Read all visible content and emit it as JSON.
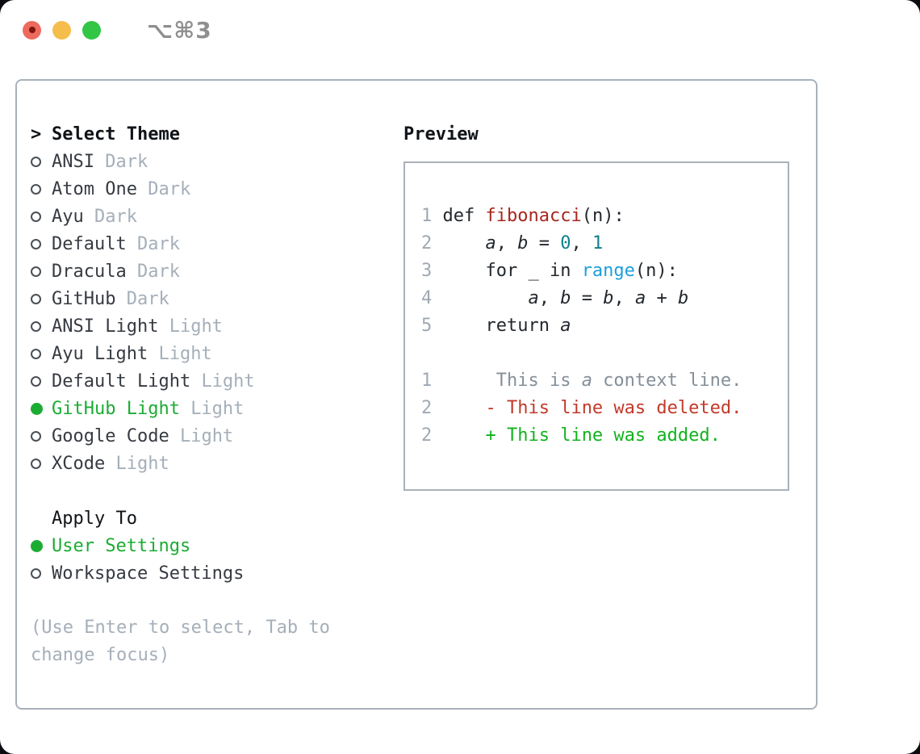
{
  "window": {
    "shortcut_label": "⌥⌘3",
    "traffic_lights": [
      "close",
      "minimize",
      "zoom"
    ]
  },
  "theme_panel": {
    "prompt": ">",
    "title": "Select Theme",
    "themes": [
      {
        "name": "ANSI",
        "variant": "Dark",
        "selected": false
      },
      {
        "name": "Atom One",
        "variant": "Dark",
        "selected": false
      },
      {
        "name": "Ayu",
        "variant": "Dark",
        "selected": false
      },
      {
        "name": "Default",
        "variant": "Dark",
        "selected": false
      },
      {
        "name": "Dracula",
        "variant": "Dark",
        "selected": false
      },
      {
        "name": "GitHub",
        "variant": "Dark",
        "selected": false
      },
      {
        "name": "ANSI Light",
        "variant": "Light",
        "selected": false
      },
      {
        "name": "Ayu Light",
        "variant": "Light",
        "selected": false
      },
      {
        "name": "Default Light",
        "variant": "Light",
        "selected": false
      },
      {
        "name": "GitHub Light",
        "variant": "Light",
        "selected": true
      },
      {
        "name": "Google Code",
        "variant": "Light",
        "selected": false
      },
      {
        "name": "XCode",
        "variant": "Light",
        "selected": false
      }
    ],
    "apply_to": {
      "title": "Apply To",
      "options": [
        {
          "label": "User Settings",
          "selected": true
        },
        {
          "label": "Workspace Settings",
          "selected": false
        }
      ]
    },
    "hint": "(Use Enter to select, Tab to change focus)"
  },
  "preview": {
    "title": "Preview",
    "lines": [
      {
        "num": "1",
        "segments": [
          {
            "c": "plain",
            "t": "def "
          },
          {
            "c": "fn",
            "t": "fibonacci"
          },
          {
            "c": "plain",
            "t": "(n):"
          }
        ]
      },
      {
        "num": "2",
        "segments": [
          {
            "c": "plain",
            "t": "    "
          },
          {
            "c": "var",
            "t": "a"
          },
          {
            "c": "plain",
            "t": ", "
          },
          {
            "c": "var",
            "t": "b"
          },
          {
            "c": "plain",
            "t": " = "
          },
          {
            "c": "num",
            "t": "0"
          },
          {
            "c": "plain",
            "t": ", "
          },
          {
            "c": "num",
            "t": "1"
          }
        ]
      },
      {
        "num": "3",
        "segments": [
          {
            "c": "plain",
            "t": "    for _ in "
          },
          {
            "c": "call",
            "t": "range"
          },
          {
            "c": "plain",
            "t": "(n):"
          }
        ]
      },
      {
        "num": "4",
        "segments": [
          {
            "c": "plain",
            "t": "        "
          },
          {
            "c": "var",
            "t": "a"
          },
          {
            "c": "plain",
            "t": ", "
          },
          {
            "c": "var",
            "t": "b"
          },
          {
            "c": "plain",
            "t": " = "
          },
          {
            "c": "var",
            "t": "b"
          },
          {
            "c": "plain",
            "t": ", "
          },
          {
            "c": "var",
            "t": "a"
          },
          {
            "c": "plain",
            "t": " + "
          },
          {
            "c": "var",
            "t": "b"
          }
        ]
      },
      {
        "num": "5",
        "segments": [
          {
            "c": "plain",
            "t": "    return "
          },
          {
            "c": "var",
            "t": "a"
          }
        ]
      },
      {
        "num": "",
        "segments": []
      },
      {
        "num": "1",
        "segments": [
          {
            "c": "ctx",
            "t": "     This is "
          },
          {
            "c": "ctxvar",
            "t": "a"
          },
          {
            "c": "ctx",
            "t": " context line."
          }
        ]
      },
      {
        "num": "2",
        "segments": [
          {
            "c": "plain",
            "t": "    "
          },
          {
            "c": "del",
            "t": "- This line was deleted."
          }
        ]
      },
      {
        "num": "2",
        "segments": [
          {
            "c": "plain",
            "t": "    "
          },
          {
            "c": "add",
            "t": "+ This line was added."
          }
        ]
      }
    ]
  },
  "colors": {
    "accent_green": "#1cac33",
    "muted_gray": "#a5afba",
    "text_dark": "#363b42",
    "heading": "#101418",
    "panel_border": "#a9b1ba",
    "line_number": "#9fa9b4",
    "code_text": "#23282e",
    "function_red": "#a6271e",
    "number_teal": "#0d7f8c",
    "call_blue": "#1d9fd9",
    "diff_deleted_red": "#c23a29",
    "diff_added_green": "#12b31e",
    "diff_context_gray": "#858f99",
    "traffic_red": "#ee6a5e",
    "traffic_yellow": "#f5bd4b",
    "traffic_green": "#32c546",
    "shortcut_gray": "#8f8f8f"
  }
}
